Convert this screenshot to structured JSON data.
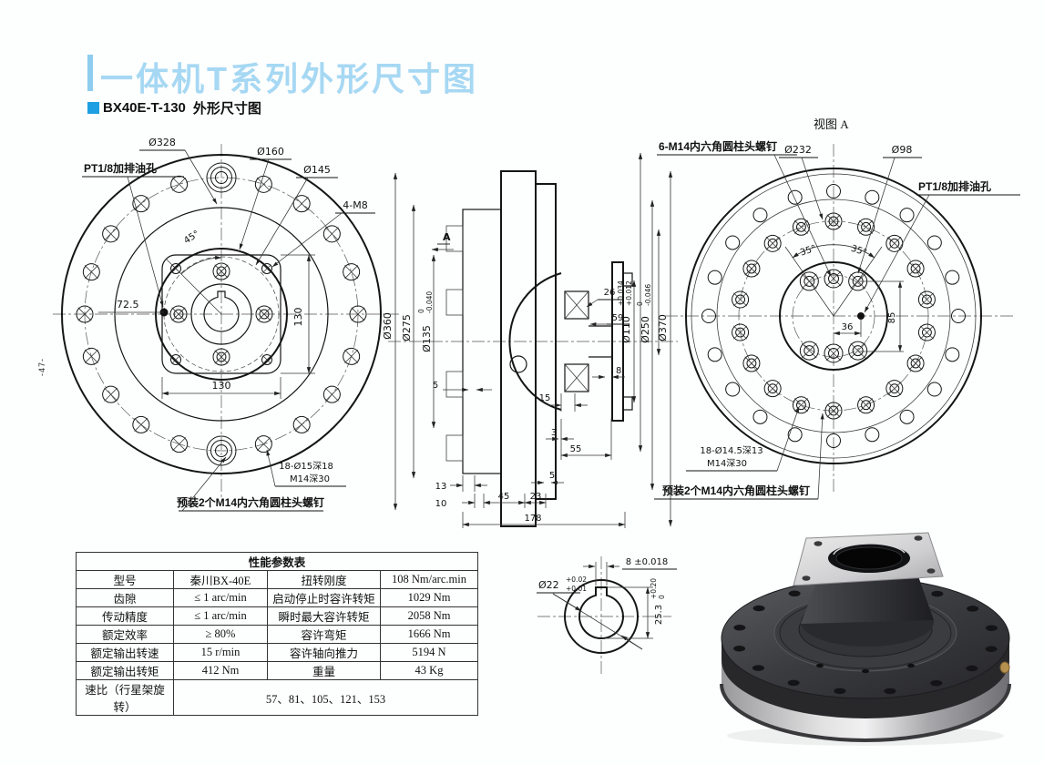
{
  "page": {
    "title": "一体机T系列外形尺寸图",
    "subtitle_model": "BX40E-T-130",
    "subtitle_text": "外形尺寸图",
    "view_label": "视图 A",
    "page_number": "-47-"
  },
  "colors": {
    "title_blue": "#a6d8f3",
    "accent_blue": "#1d9fe1",
    "line_color": "#151515"
  },
  "front": {
    "d328": "Ø328",
    "d160": "Ø160",
    "d145": "Ø145",
    "oil": "PT1/8加排油孔",
    "m8": "4-M8",
    "a45": "45°",
    "n725": "72.5",
    "v130": "130",
    "h130": "130",
    "holes_a": "18-Ø15深18",
    "holes_b": "M14深30",
    "preload": "预装2个M14内六角圆柱头螺钉"
  },
  "section": {
    "a": "A",
    "d360": "Ø360",
    "d275": "Ø275",
    "d135": "Ø135",
    "d135_t": "0",
    "d135_b": "-0.040",
    "n26": "26",
    "n59": "59",
    "d110": "Ø110",
    "d110_t": "+0.034",
    "d110_b": "+0.012",
    "d250": "Ø250",
    "d250_t": "0",
    "d250_b": "-0.046",
    "d370": "Ø370",
    "n5l": "5",
    "n8": "8",
    "n15": "15",
    "n3": "3",
    "n55": "55",
    "n13": "13",
    "n10": "10",
    "n45": "45",
    "n23": "23",
    "n5r": "5",
    "n178": "178"
  },
  "rear": {
    "screws": "6-M14内六角圆柱头螺钉",
    "d232": "Ø232",
    "d98": "Ø98",
    "oil": "PT1/8加排油孔",
    "a35l": "35°",
    "a35r": "35°",
    "n36": "36",
    "n85": "85",
    "holes_a": "18-Ø14.5深13",
    "holes_b": "M14深30",
    "preload": "预装2个M14内六角圆柱头螺钉"
  },
  "shaft": {
    "d22": "Ø22",
    "d22_t": "+0.02",
    "d22_b": "+0.01",
    "key": "8 ±0.018",
    "h": "25.3",
    "h_t": "+0.20",
    "h_b": "0"
  },
  "table": {
    "title": "性能参数表",
    "rows": [
      [
        "型号",
        "秦川BX-40E",
        "扭转刚度",
        "108 Nm/arc.min"
      ],
      [
        "齿隙",
        "≤ 1 arc/min",
        "启动停止时容许转矩",
        "1029 Nm"
      ],
      [
        "传动精度",
        "≤ 1 arc/min",
        "瞬时最大容许转矩",
        "2058 Nm"
      ],
      [
        "额定效率",
        "≥ 80%",
        "容许弯矩",
        "1666 Nm"
      ],
      [
        "额定输出转速",
        "15 r/min",
        "容许轴向推力",
        "5194 N"
      ],
      [
        "额定输出转矩",
        "412 Nm",
        "重量",
        "43 Kg"
      ]
    ],
    "ratio_label": "速比（行星架旋转）",
    "ratio_value": "57、81、105、121、153"
  }
}
